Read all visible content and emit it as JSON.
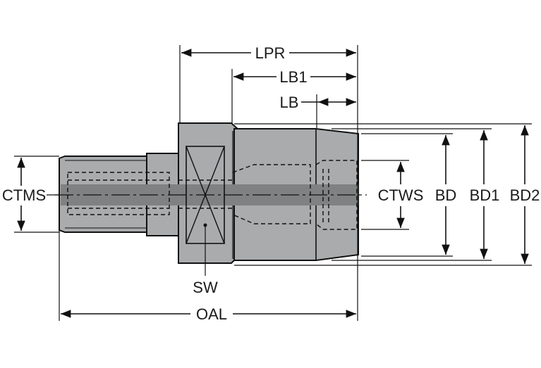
{
  "labels": {
    "lpr": "LPR",
    "lb1": "LB1",
    "lb": "LB",
    "ctms": "CTMS",
    "ctws": "CTWS",
    "bd": "BD",
    "bd1": "BD1",
    "bd2": "BD2",
    "sw": "SW",
    "oal": "OAL"
  },
  "colors": {
    "body": "#a9abad",
    "center_band": "#7f8183",
    "line": "#111111"
  }
}
